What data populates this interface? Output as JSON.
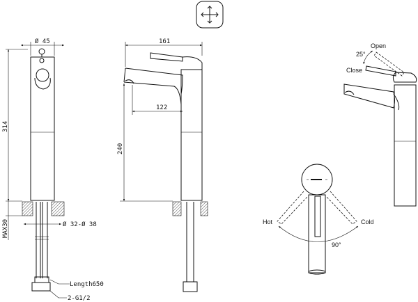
{
  "front_view": {
    "diameter_top": "Ø 45",
    "height": "314",
    "hole_diameter": "Ø 32-Ø 38",
    "max_thickness": "MAX30",
    "hose_length": "Length650",
    "connection": "2-G1/2"
  },
  "side_view": {
    "reach": "161",
    "spout_reach": "122",
    "spout_height": "240"
  },
  "lever_view": {
    "open": "Open",
    "close": "Close",
    "angle_open": "25°"
  },
  "top_view": {
    "hot": "Hot",
    "cold": "Cold",
    "angle_mix": "90°"
  },
  "symbol": "single-lever-cross-icon"
}
